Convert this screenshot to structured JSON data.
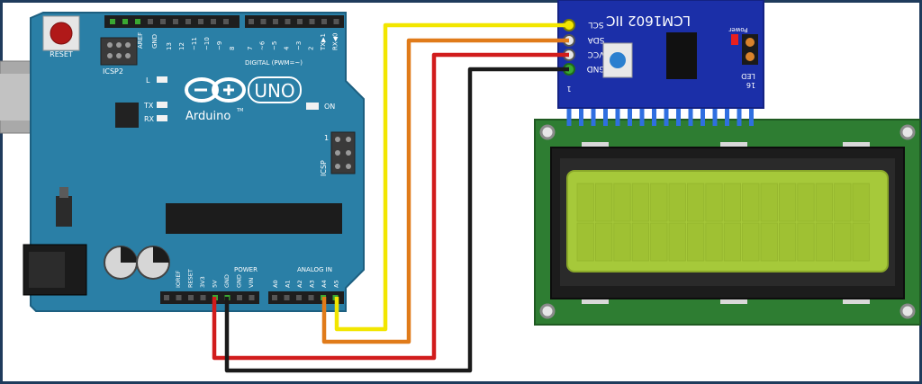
{
  "colors": {
    "frame": "#1f3b5c",
    "board": "#2a7fa6",
    "board_edge": "#1d5f80",
    "module": "#1b2fa8",
    "lcd_pcb": "#2e7d32",
    "lcd_bezel": "#1c1c1c",
    "lcd_screen": "#a6c93a",
    "wire_scl": "#f2e600",
    "wire_sda": "#e07b1a",
    "wire_vcc": "#d11c1c",
    "wire_gnd": "#1a1a1a"
  },
  "arduino": {
    "reset_label": "RESET",
    "icsp2_label": "ICSP2",
    "aref_label": "AREF",
    "gnd_label": "GND",
    "digital_pins": [
      "13",
      "12",
      "~11",
      "~10",
      "~9",
      "8",
      "7",
      "~6",
      "~5",
      "4",
      "~3",
      "2",
      "TX▶1",
      "RX◀0"
    ],
    "digital_label": "DIGITAL (PWM=~)",
    "led_l_label": "L",
    "led_tx_label": "TX",
    "led_rx_label": "RX",
    "on_label": "ON",
    "logo_text": "UNO",
    "brand_text": "Arduino",
    "tm_text": "TM",
    "icsp_label": "ICSP",
    "icsp_pin1": "1",
    "power_label": "POWER",
    "analog_label": "ANALOG IN",
    "power_pins": [
      "IOREF",
      "RESET",
      "3V3",
      "5V",
      "GND",
      "GND",
      "VIN"
    ],
    "analog_pins": [
      "A0",
      "A1",
      "A2",
      "A3",
      "A4",
      "A5"
    ]
  },
  "module": {
    "title": "LCM1602 IIC",
    "pin_labels": [
      "SCL",
      "SDA",
      "VCC",
      "GND"
    ],
    "power_label": "Power",
    "led_label": "LED",
    "pin_1": "1",
    "pin_16": "16"
  }
}
